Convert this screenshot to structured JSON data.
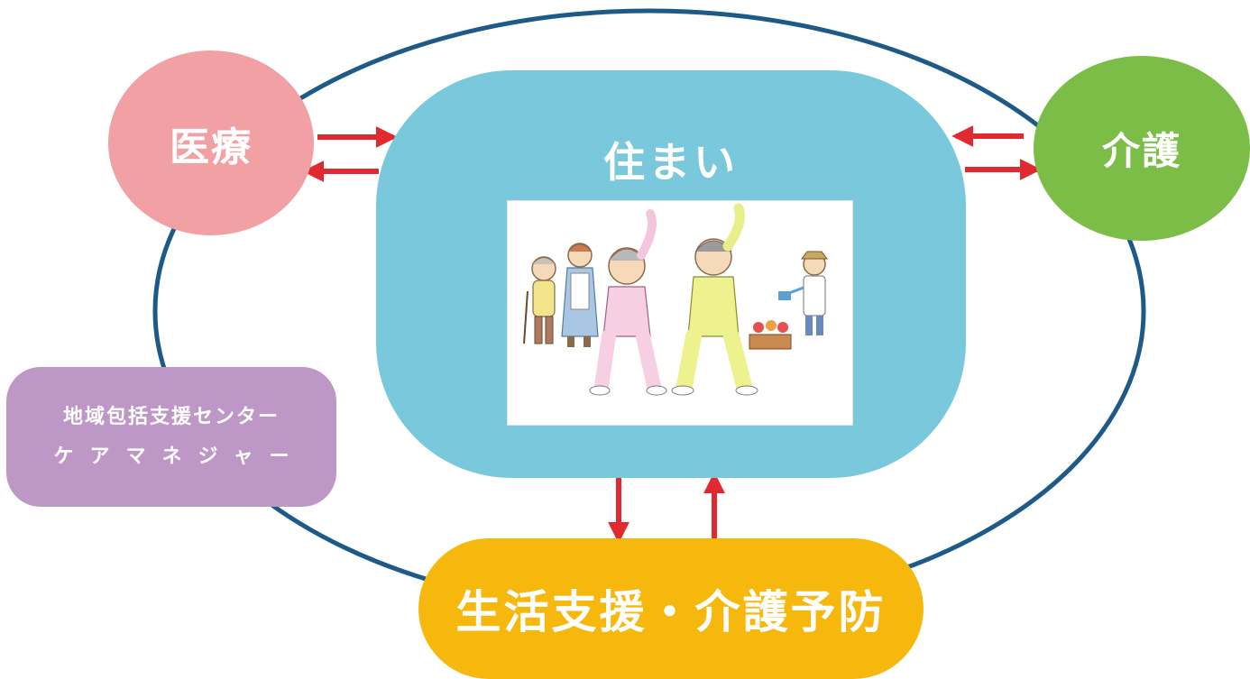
{
  "colors": {
    "ring": "#1e5a88",
    "arrow": "#e12a2f",
    "iryo": "#f1a0a4",
    "kaigo": "#7cbd48",
    "sumai": "#7ac8db",
    "center": "#bd98c6",
    "seikatsu": "#f6b80d"
  },
  "nodes": {
    "iryo": {
      "label": "医療"
    },
    "kaigo": {
      "label": "介護"
    },
    "sumai": {
      "label": "住まい",
      "illustration_icon": "elderly-people-exercising-illustration"
    },
    "center": {
      "line1": "地域包括支援センター",
      "line2": "ケアマネジャー"
    },
    "seikatsu": {
      "label": "生活支援・介護予防"
    }
  }
}
